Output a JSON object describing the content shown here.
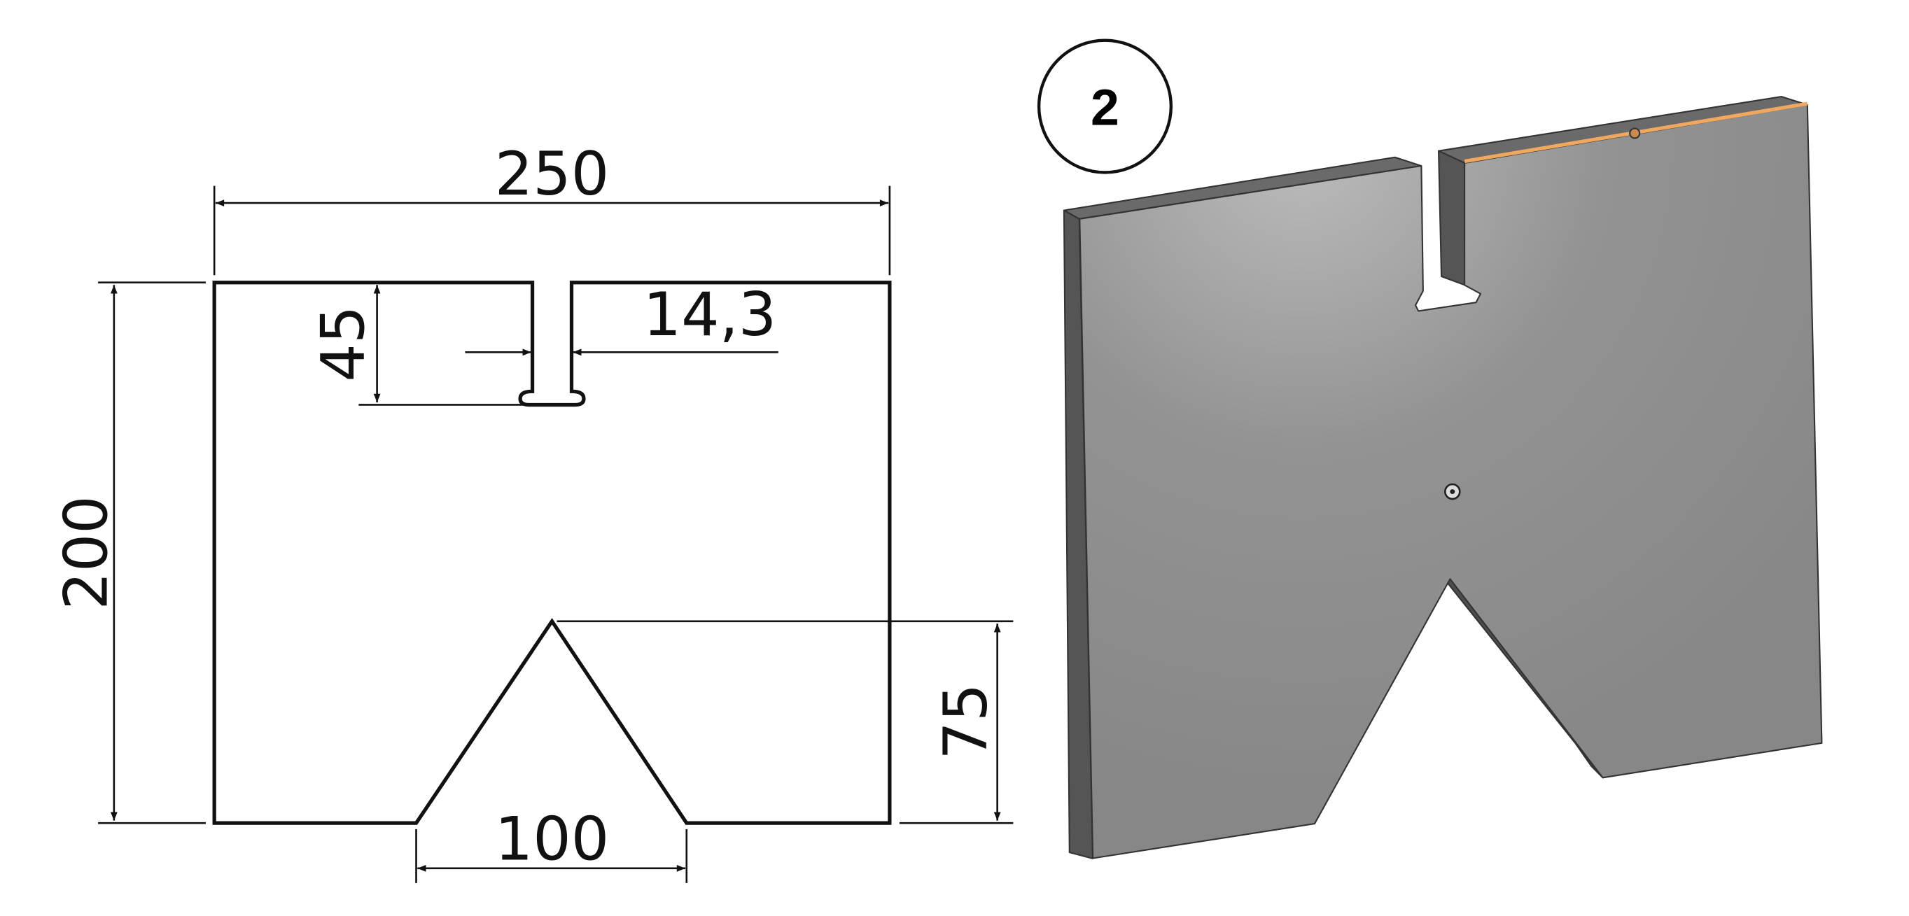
{
  "drawing": {
    "dimensions": {
      "width": "250",
      "height": "200",
      "slot_depth": "45",
      "slot_width": "14,3",
      "notch_height": "75",
      "notch_width": "100"
    }
  },
  "model": {
    "step_number": "2",
    "colors": {
      "face_light": "#b8b8b8",
      "face_dark": "#858585",
      "edge": "#4a4a4a",
      "highlight": "#f0a860"
    }
  }
}
